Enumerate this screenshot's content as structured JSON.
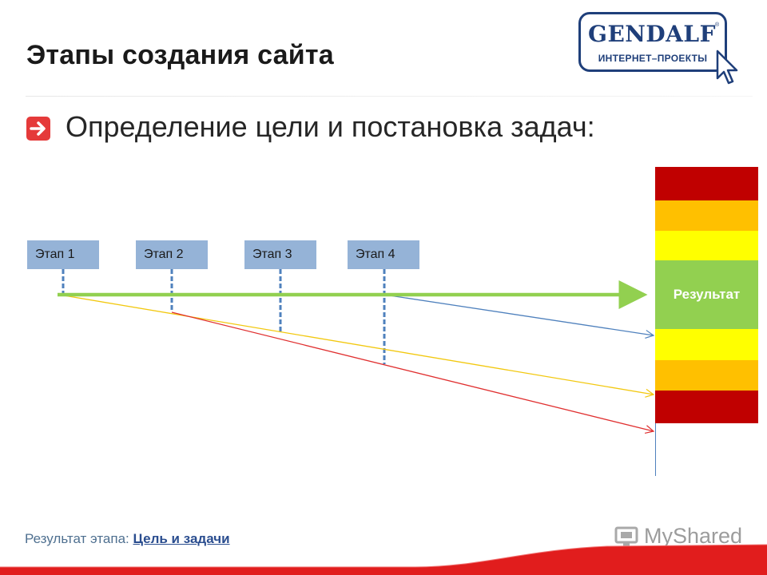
{
  "title": "Этапы создания сайта",
  "subtitle": "Определение цели и постановка задач:",
  "logo": {
    "wordmark": "GENDALF",
    "tagline": "ИНТЕРНЕТ–ПРОЕКТЫ",
    "registered": "®"
  },
  "diagram": {
    "stages": [
      "Этап 1",
      "Этап 2",
      "Этап 3",
      "Этап 4"
    ],
    "result_label": "Результат",
    "colors": {
      "stage_box": "#95b3d7",
      "main_arrow": "#92d050",
      "result_green": "#92d050",
      "band_red": "#c00000",
      "band_orange": "#ffc000",
      "band_yellow": "#ffff00",
      "arrow_blue": "#4f81bd",
      "arrow_yellow": "#f2c80f",
      "arrow_red": "#e03030"
    }
  },
  "footer": {
    "prefix": "Результат этапа: ",
    "link": "Цель и задачи"
  },
  "watermark": "MyShared"
}
